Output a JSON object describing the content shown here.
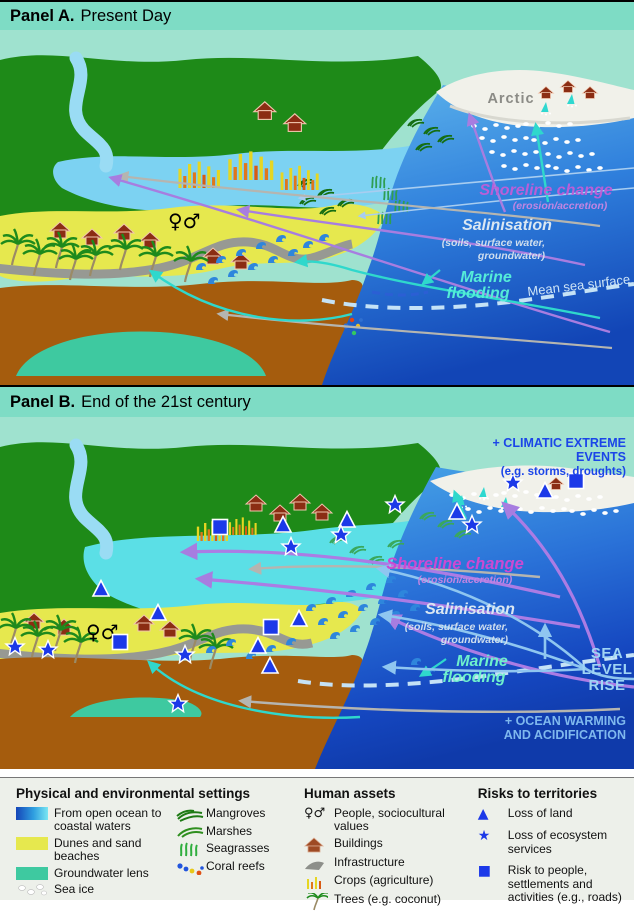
{
  "panel_a": {
    "title_bold": "Panel A.",
    "title_rest": "Present Day",
    "labels": {
      "arctic": "Arctic",
      "gender": "♀♂",
      "shoreline": "Shoreline change",
      "shoreline_sub": "(erosion/accretion)",
      "salinisation": "Salinisation",
      "salinisation_sub1": "(soils, surface water,",
      "salinisation_sub2": "groundwater)",
      "marine1": "Marine",
      "marine2": "flooding",
      "mean_sea_surface": "Mean sea surface"
    }
  },
  "panel_b": {
    "title_bold": "Panel B.",
    "title_rest": "End of the 21st century",
    "labels": {
      "climatic1": "+ CLIMATIC EXTREME",
      "climatic2": "EVENTS",
      "climatic3": "(e.g. storms, droughts)",
      "gender": "♀♂",
      "shoreline": "Shoreline change",
      "shoreline_sub": "(erosion/accretion)",
      "salinisation": "Salinisation",
      "salinisation_sub1": "(soils, surface water,",
      "salinisation_sub2": "groundwater)",
      "marine1": "Marine",
      "marine2": "flooding",
      "sea1": "SEA",
      "sea2": "LEVEL",
      "sea3": "RISE",
      "ocean1": "+ OCEAN WARMING",
      "ocean2": "AND ACIDIFICATION"
    }
  },
  "legend": {
    "col1": {
      "header": "Physical and environmental settings",
      "swatch_items": [
        {
          "label": "From open ocean to coastal waters",
          "icon": "ocean-gradient-swatch"
        },
        {
          "label": "Dunes and sand beaches",
          "icon": "yellow-swatch"
        },
        {
          "label": "Groundwater lens",
          "icon": "teal-swatch"
        },
        {
          "label": "Sea ice",
          "icon": "sea-ice-swatch"
        }
      ],
      "eco_items": [
        {
          "label": "Mangroves",
          "icon": "mangroves-icon"
        },
        {
          "label": "Marshes",
          "icon": "marshes-icon"
        },
        {
          "label": "Seagrasses",
          "icon": "seagrasses-icon"
        },
        {
          "label": "Coral reefs",
          "icon": "coral-reefs-icon"
        }
      ]
    },
    "col2": {
      "header": "Human assets",
      "people_glyph": "♀♂",
      "items": [
        {
          "label": "People, sociocultural values",
          "icon": "people-icon"
        },
        {
          "label": "Buildings",
          "icon": "building-icon"
        },
        {
          "label": "Infrastructure",
          "icon": "infrastructure-icon"
        },
        {
          "label": "Crops (agriculture)",
          "icon": "crops-icon"
        },
        {
          "label": "Trees (e.g. coconut)",
          "icon": "palm-tree-icon"
        }
      ]
    },
    "col3": {
      "header": "Risks to territories",
      "items": [
        {
          "label": "Loss of land",
          "icon": "triangle-icon",
          "glyph": "▲"
        },
        {
          "label": "Loss of ecosystem services",
          "icon": "star-icon",
          "glyph": "★"
        },
        {
          "label": "Risk to people, settlements and activities (e.g., roads)",
          "icon": "square-icon",
          "glyph": "■"
        }
      ]
    }
  },
  "colors": {
    "title_bar": "#7edcc5",
    "sky": "#9fe2cf",
    "hill_green": "#1e8a18",
    "sand_yellow": "#e6e84e",
    "soil_brown": "#a55c0d",
    "groundwater_teal": "#3ec9a0",
    "flood_cyan": "#5bdfe6",
    "ocean_deep": "#1245b6",
    "risk_blue": "#1c39e8",
    "shoreline_purple": "#b95fd8",
    "marine_cyan": "#55ecd8",
    "climatic_blue": "#1b45e8",
    "sea_level_blue": "#9fd4f4"
  }
}
